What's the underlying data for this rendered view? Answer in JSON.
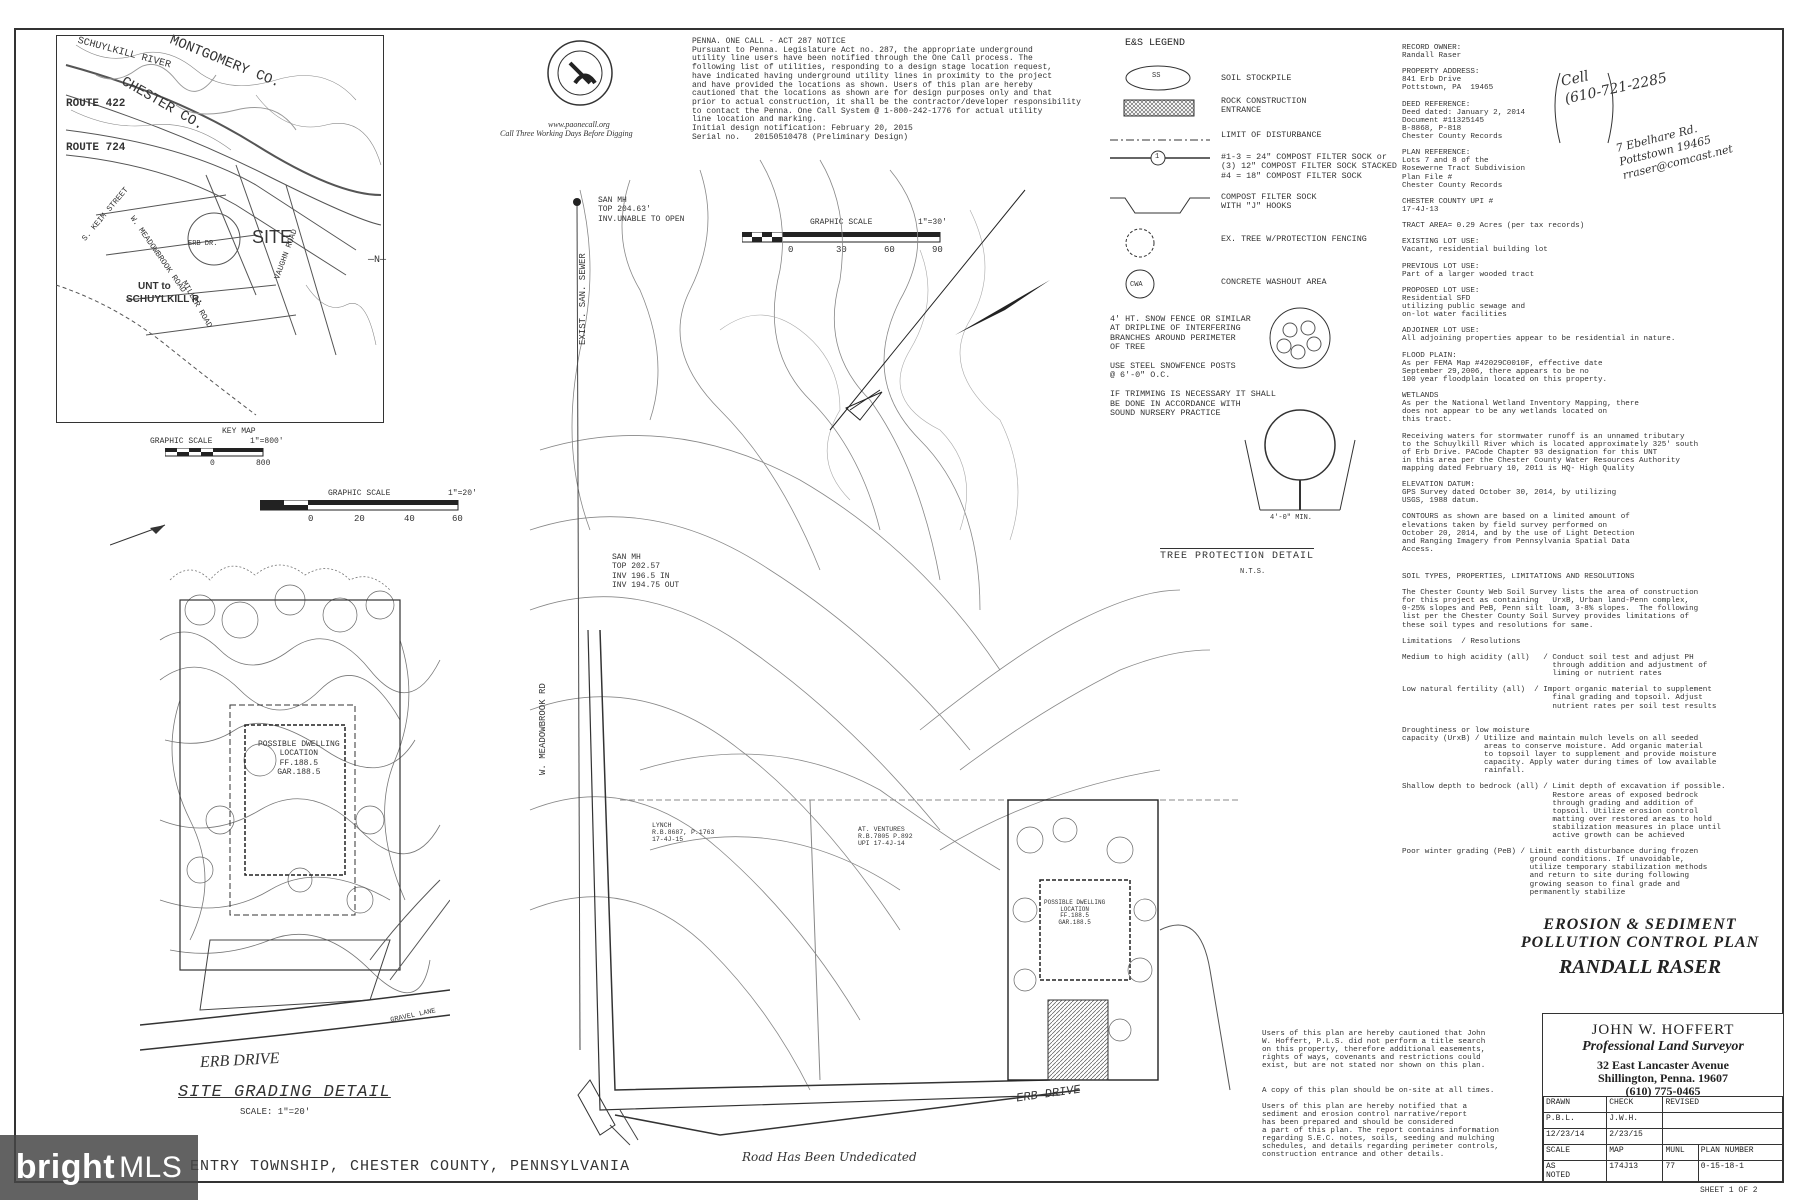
{
  "watermark": {
    "brand": "bright",
    "suffix": "MLS"
  },
  "key_map": {
    "labels": [
      "SCHUYLKILL RIVER",
      "MONTGOMERY CO.",
      "CHESTER CO.",
      "ROUTE 422",
      "ROUTE 724",
      "S. KEIM STREET",
      "W. MEADOWBROOK ROAD",
      "MILLER ROAD",
      "VAUGHN ROAD",
      "ERB DR.",
      "SITE",
      "UNT to",
      "SCHUYLKILL R."
    ],
    "title": "KEY MAP",
    "scale_label": "GRAPHIC SCALE",
    "scale_value": "1\"=800'",
    "scale_ticks": [
      "0",
      "800"
    ]
  },
  "site_grading": {
    "scale_label": "GRAPHIC SCALE",
    "scale_value": "1\"=20'",
    "scale_ticks": [
      "0",
      "20",
      "40",
      "60"
    ],
    "dwelling": "POSSIBLE DWELLING\nLOCATION\nFF.188.5\nGAR.188.5",
    "road": "ERB DRIVE",
    "gravel": "GRAVEL LANE",
    "title": "SITE GRADING DETAIL",
    "scale": "SCALE: 1\"=20'"
  },
  "main_plan": {
    "scale_label": "GRAPHIC SCALE",
    "scale_value": "1\"=30'",
    "scale_ticks": [
      "0",
      "30",
      "60",
      "90"
    ],
    "road_left": "W. MEADOWBROOK RD",
    "road_bottom": "ERB DRIVE",
    "sewer": "EXIST. SAN. SEWER",
    "manhole_top": "SAN MH\nTOP 204.63'\nINV.UNABLE TO OPEN",
    "manhole_bottom": "SAN MH\nTOP 202.57\nINV 196.5 IN\nINV 194.75 OUT",
    "lot_left": "LYNCH\nR.B.8687, P.1763\n17-4J-15",
    "lot_right": "AT. VENTURES\nR.B.7805 P.892\nUPI 17-4J-14",
    "dwelling": "POSSIBLE DWELLING\nLOCATION\nFF.188.5\nGAR.188.5"
  },
  "one_call": {
    "url": "www.paonecall.org",
    "tagline": "Call Three Working Days Before Digging",
    "notice": "PENNA. ONE CALL - ACT 287 NOTICE\nPursuant to Penna. Legislature Act no. 287, the appropriate underground\nutility line users have been notified through the One Call process. The\nfollowing list of utilities, responding to a design stage location request,\nhave indicated having underground utility lines in proximity to the project\nand have provided the locations as shown. Users of this plan are hereby\ncautioned that the locations as shown are for design purposes only and that\nprior to actual construction, it shall be the contractor/developer responsibility\nto contact the Penna. One Call System @ 1-800-242-1776 for actual utility\nline location and marking.\nInitial design notification: February 20, 2015\nSerial no.   20150510478 (Preliminary Design)"
  },
  "legend": {
    "title": "E&S LEGEND",
    "items": [
      {
        "symbol": "SS",
        "label": "SOIL STOCKPILE"
      },
      {
        "symbol": "",
        "label": "ROCK CONSTRUCTION\nENTRANCE"
      },
      {
        "symbol": "",
        "label": "LIMIT OF DISTURBANCE"
      },
      {
        "symbol": "1",
        "label": "#1-3 = 24\" COMPOST FILTER SOCK or\n(3) 12\" COMPOST FILTER SOCK STACKED\n#4 = 18\" COMPOST FILTER SOCK"
      },
      {
        "symbol": "",
        "label": "COMPOST FILTER SOCK\nWITH \"J\" HOOKS"
      },
      {
        "symbol": "",
        "label": "EX. TREE W/PROTECTION FENCING"
      },
      {
        "symbol": "CWA",
        "label": "CONCRETE WASHOUT AREA"
      }
    ],
    "tree_notes": "4' HT. SNOW FENCE OR SIMILAR\nAT DRIPLINE OF INTERFERING\nBRANCHES AROUND PERIMETER\nOF TREE\n\nUSE STEEL SNOWFENCE POSTS\n@ 6'-0\" O.C.\n\nIF TRIMMING IS NECESSARY IT SHALL\nBE DONE IN ACCORDANCE WITH\nSOUND NURSERY PRACTICE",
    "tree_min": "4'-0\" MIN.",
    "tree_title": "TREE PROTECTION DETAIL",
    "tree_nts": "N.T.S."
  },
  "handwritten": {
    "cell": "Cell\n(610-721-2285",
    "address": "7 Ebelhare Rd.\nPottstown 19465\nrraser@comcast.net",
    "road_note": "Road Has Been Undedicated"
  },
  "notes": {
    "record": "RECORD OWNER:\nRandall Raser\n\nPROPERTY ADDRESS:\n841 Erb Drive\nPottstown, PA  19465\n\nDEED REFERENCE:\nDeed dated: January 2, 2014\nDocument #11325145\nB-8868, P-818\nChester County Records\n\nPLAN REFERENCE:\nLots 7 and 8 of the\nRosewerne Tract Subdivision\nPlan File #\nChester County Records\n\nCHESTER COUNTY UPI #\n17-4J-13\n\nTRACT AREA= 0.29 Acres (per tax records)\n\nEXISTING LOT USE:\nVacant, residential building lot\n\nPREVIOUS LOT USE:\nPart of a larger wooded tract\n\nPROPOSED LOT USE:\nResidential SFD\nutilizing public sewage and\non-lot water facilities\n\nADJOINER LOT USE:\nAll adjoining properties appear to be residential in nature.\n\nFLOOD PLAIN:\nAs per FEMA Map #42029C0010F, effective date\nSeptember 29,2006, there appears to be no\n100 year floodplain located on this property.\n\nWETLANDS\nAs per the National Wetland Inventory Mapping, there\ndoes not appear to be any wetlands located on\nthis tract.\n\nReceiving waters for stormwater runoff is an unnamed tributary\nto the Schuylkill River which is located approximately 325' south\nof Erb Drive. PACode Chapter 93 designation for this UNT\nin this area per the Chester County Water Resources Authority\nmapping dated February 10, 2011 is HQ- High Quality\n\nELEVATION DATUM:\nGPS Survey dated October 30, 2014, by utilizing\nUSGS, 1988 datum.\n\nCONTOURS as shown are based on a limited amount of\nelevations taken by field survey performed on\nOctober 20, 2014, and by the use of Light Detection\nand Ranging Imagery from Pennsylvania Spatial Data\nAccess.",
    "soils": "SOIL TYPES, PROPERTIES, LIMITATIONS AND RESOLUTIONS\n\nThe Chester County Web Soil Survey lists the area of construction\nfor this project as containing   UrxB, Urban land-Penn complex,\n0-25% slopes and PeB, Penn silt loam, 3-8% slopes.  The following\nlist per the Chester County Soil Survey provides limitations of\nthese soil types and resolutions for same.\n\nLimitations  / Resolutions\n\nMedium to high acidity (all)   / Conduct soil test and adjust PH\n                                 through addition and adjustment of\n                                 liming or nutrient rates\n\nLow natural fertility (all)  / Import organic material to supplement\n                                 final grading and topsoil. Adjust\n                                 nutrient rates per soil test results\n\n\nDroughtiness or low moisture\ncapacity (UrxB) / Utilize and maintain mulch levels on all seeded\n                  areas to conserve moisture. Add organic material\n                  to topsoil layer to supplement and provide moisture\n                  capacity. Apply water during times of low available\n                  rainfall.\n\nShallow depth to bedrock (all) / Limit depth of excavation if possible.\n                                 Restore areas of exposed bedrock\n                                 through grading and addition of\n                                 topsoil. Utilize erosion control\n                                 matting over restored areas to hold\n                                 stabilization measures in place until\n                                 active growth can be achieved\n\nPoor winter grading (PeB) / Limit earth disturbance during frozen\n                            ground conditions. If unavoidable,\n                            utilize temporary stabilization methods\n                            and return to site during following\n                            growing season to final grade and\n                            permanently stabilize",
    "caution": "Users of this plan are hereby cautioned that John\nW. Hoffert, P.L.S. did not perform a title search\non this property, therefore additional easements,\nrights of ways, covenants and restrictions could\nexist, but are not stated nor shown on this plan.\n\n\nA copy of this plan should be on-site at all times.\n\nUsers of this plan are hereby notified that a\nsediment and erosion control narrative/report\nhas been prepared and should be considered\na part of this plan. The report contains information\nregarding S.E.C. notes, soils, seeding and mulching\nschedules, and details regarding perimeter controls,\nconstruction entrance and other details."
  },
  "plan_title": {
    "line1": "EROSION & SEDIMENT",
    "line2": "POLLUTION CONTROL PLAN",
    "line3": "RANDALL RASER"
  },
  "title_block": {
    "name": "JOHN W. HOFFERT",
    "role": "Professional Land Surveyor",
    "addr1": "32 East Lancaster Avenue",
    "addr2": "Shillington, Penna. 19607",
    "phone": "(610) 775-0465",
    "headers1": [
      "DRAWN",
      "CHECK",
      "REVISED"
    ],
    "values1": [
      "P.B.L.",
      "J.W.H.",
      ""
    ],
    "dates": [
      "12/23/14",
      "2/23/15"
    ],
    "headers2": [
      "SCALE",
      "MAP",
      "MUNL",
      "PLAN NUMBER"
    ],
    "values2": [
      "AS\nNOTED",
      "174J13",
      "77",
      "0-15-18-1"
    ],
    "sheet": "SHEET 1 OF 2"
  },
  "footer": {
    "township": "ENTRY TOWNSHIP, CHESTER COUNTY, PENNSYLVANIA"
  }
}
